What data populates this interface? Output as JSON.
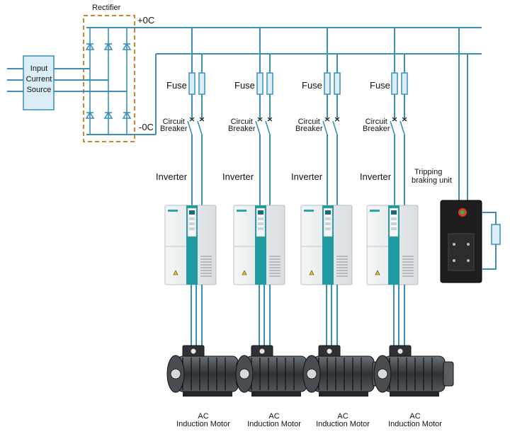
{
  "rectifier_label": "Rectifier",
  "dc_positive_label": "+0C",
  "dc_negative_label": "-0C",
  "input_source": {
    "line1": "Input",
    "line2": "Current",
    "line3": "Source"
  },
  "branches": [
    {
      "fuse_label": "Fuse",
      "breaker_line1": "Circuit",
      "breaker_line2": "Breaker",
      "inverter_label": "Inverter",
      "motor_line1": "AC",
      "motor_line2": "Induction Motor"
    },
    {
      "fuse_label": "Fuse",
      "breaker_line1": "Circuit",
      "breaker_line2": "Breaker",
      "inverter_label": "Inverter",
      "motor_line1": "AC",
      "motor_line2": "Induction Motor"
    },
    {
      "fuse_label": "Fuse",
      "breaker_line1": "Circuit",
      "breaker_line2": "Breaker",
      "inverter_label": "Inverter",
      "motor_line1": "AC",
      "motor_line2": "Induction Motor"
    },
    {
      "fuse_label": "Fuse",
      "breaker_line1": "Circuit",
      "breaker_line2": "Breaker",
      "inverter_label": "Inverter",
      "motor_line1": "AC",
      "motor_line2": "Induction Motor"
    }
  ],
  "braking_unit": {
    "line1": "Tripping",
    "line2": "braking unit"
  },
  "colors": {
    "wire": "#3a8fb8",
    "source_fill": "#dbeef8",
    "rectifier_border": "#c8862a",
    "inverter_body": "#e9ecef",
    "inverter_accent": "#1f9aa0",
    "braking_body": "#1e1e1e",
    "motor_body": "#3b3f44"
  }
}
